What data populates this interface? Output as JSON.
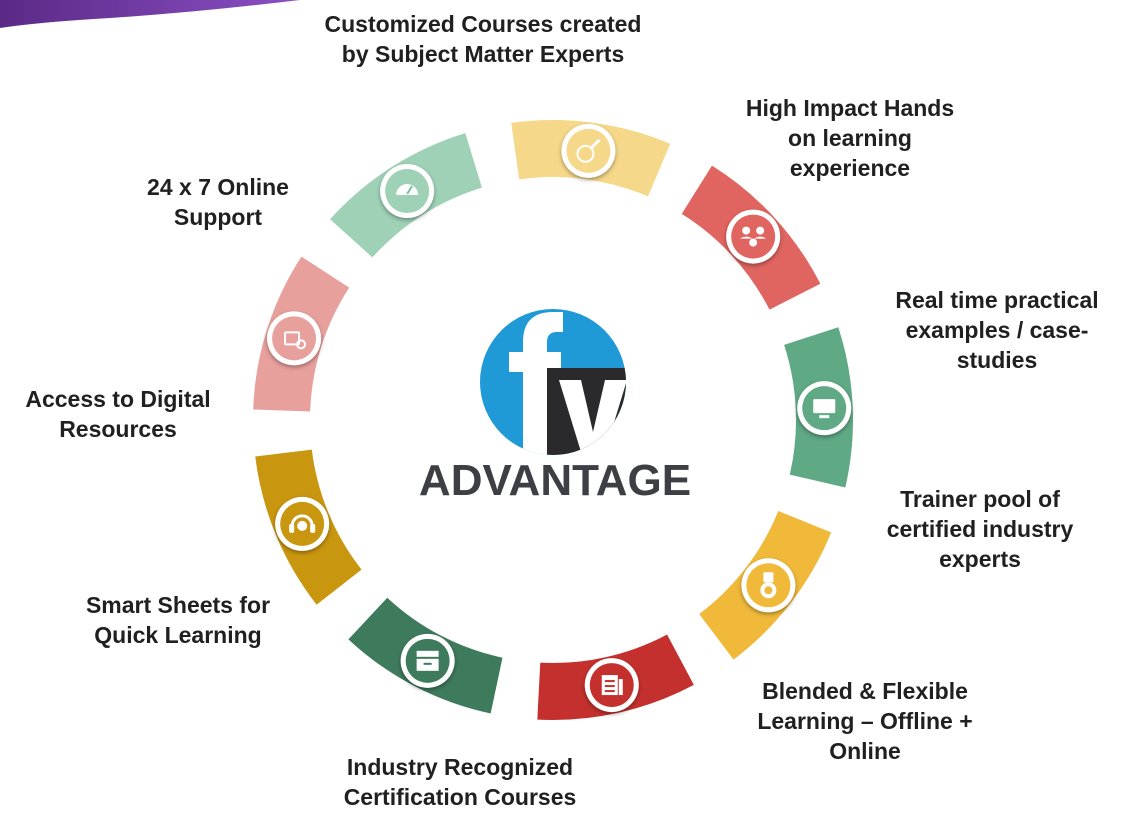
{
  "logo": {
    "text": "fv",
    "brand_blue": "#1f9ad6",
    "brand_dark": "#2a2a2c"
  },
  "center_title": "ADVANTAGE",
  "segments": [
    {
      "id": "custom-courses",
      "lines": [
        "Customized Courses created",
        "by Subject Matter Experts"
      ],
      "color": "#e8a09d",
      "icon": "folder-gear-icon"
    },
    {
      "id": "hands-on",
      "lines": [
        "High Impact Hands",
        "on learning",
        "experience"
      ],
      "color": "#9fd1b7",
      "icon": "speedometer-icon"
    },
    {
      "id": "real-time",
      "lines": [
        "Real time practical",
        "examples / case-",
        "studies"
      ],
      "color": "#f6d88a",
      "icon": "usb-cable-icon"
    },
    {
      "id": "trainer-pool",
      "lines": [
        "Trainer pool of",
        "certified industry",
        "experts"
      ],
      "color": "#e06460",
      "icon": "team-icon"
    },
    {
      "id": "blended",
      "lines": [
        "Blended & Flexible",
        "Learning – Offline +",
        "Online"
      ],
      "color": "#5fa985",
      "icon": "monitor-icon"
    },
    {
      "id": "certification",
      "lines": [
        "Industry Recognized",
        "Certification Courses"
      ],
      "color": "#f0b93a",
      "icon": "medal-icon"
    },
    {
      "id": "smart-sheets",
      "lines": [
        "Smart Sheets for",
        "Quick Learning"
      ],
      "color": "#c4302d",
      "icon": "newspaper-icon"
    },
    {
      "id": "digital",
      "lines": [
        "Access to Digital",
        "Resources"
      ],
      "color": "#3e7a5c",
      "icon": "archive-box-icon"
    },
    {
      "id": "support",
      "lines": [
        "24 x 7 Online",
        "Support"
      ],
      "color": "#c9960f",
      "icon": "headset-icon"
    }
  ]
}
